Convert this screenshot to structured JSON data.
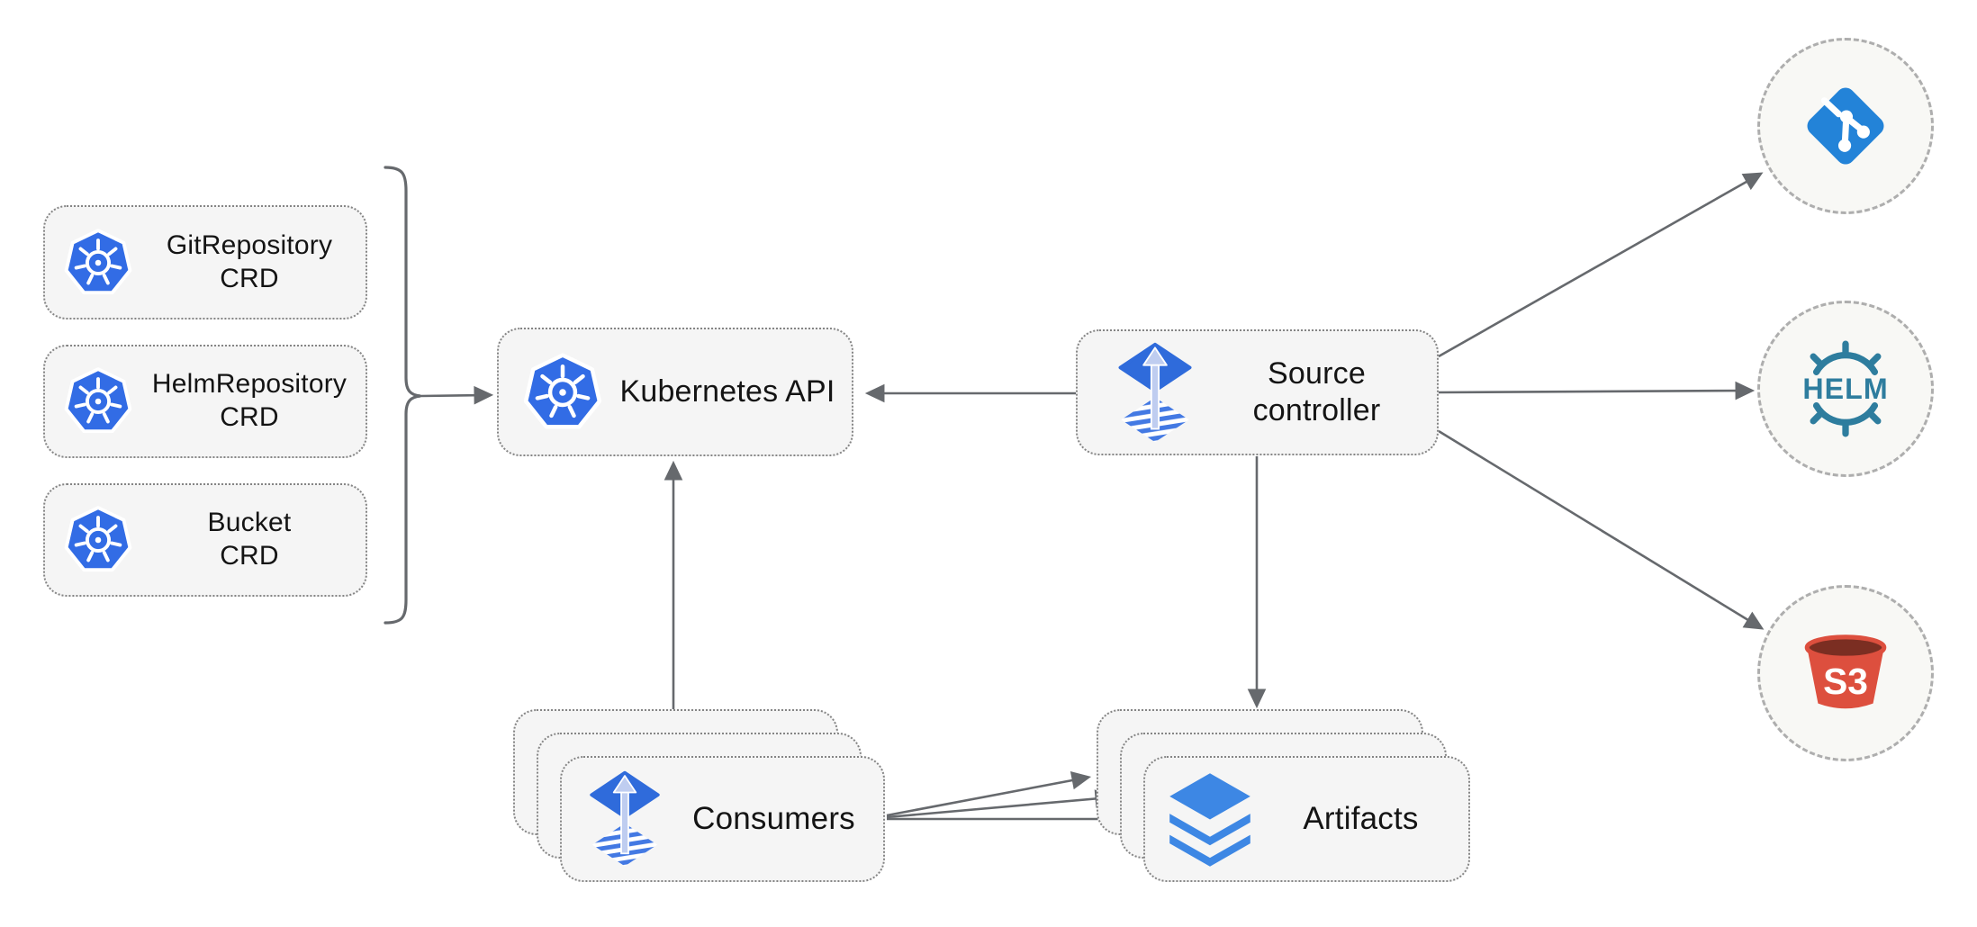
{
  "diagram": {
    "type": "architecture-diagram",
    "subject": "Flux source-controller",
    "nodes": {
      "crds": [
        {
          "id": "gitrepository-crd",
          "lines": [
            "GitRepository",
            "CRD"
          ],
          "icon": "kubernetes-icon"
        },
        {
          "id": "helmrepository-crd",
          "lines": [
            "HelmRepository",
            "CRD"
          ],
          "icon": "kubernetes-icon"
        },
        {
          "id": "bucket-crd",
          "lines": [
            "Bucket",
            "CRD"
          ],
          "icon": "kubernetes-icon"
        }
      ],
      "kubernetes_api": {
        "label": "Kubernetes API",
        "icon": "kubernetes-icon"
      },
      "source_controller": {
        "lines": [
          "Source",
          "controller"
        ],
        "icon": "flux-icon"
      },
      "consumers": {
        "label": "Consumers",
        "icon": "flux-icon",
        "stacked": 3
      },
      "artifacts": {
        "label": "Artifacts",
        "icon": "layers-icon",
        "stacked": 3
      },
      "git_source": {
        "icon": "git-icon"
      },
      "helm_source": {
        "icon": "helm-icon",
        "label": "HELM"
      },
      "s3_source": {
        "icon": "s3-bucket-icon",
        "label": "S3"
      }
    },
    "edges": [
      {
        "from": "crds-bracket",
        "to": "kubernetes-api",
        "arrow": true
      },
      {
        "from": "source-controller",
        "to": "kubernetes-api",
        "arrow": true
      },
      {
        "from": "consumers",
        "to": "kubernetes-api",
        "arrow": true
      },
      {
        "from": "source-controller",
        "to": "git-source",
        "arrow": true
      },
      {
        "from": "source-controller",
        "to": "helm-source",
        "arrow": true
      },
      {
        "from": "source-controller",
        "to": "s3-source",
        "arrow": true
      },
      {
        "from": "source-controller",
        "to": "artifacts",
        "arrow": true
      },
      {
        "from": "consumers",
        "to": "artifacts",
        "arrow": true,
        "count": 3
      }
    ],
    "colors": {
      "background": "#ffffff",
      "node_fill": "#f5f5f5",
      "node_border": "#858585",
      "circle_fill": "#f8f8f5",
      "circle_border": "#aeaeae",
      "connector": "#66696d",
      "kubernetes_blue": "#326ce5",
      "flux_blue": "#2f6bdb",
      "flux_arrow_light": "#bfcdf0",
      "flux_stripe_blue": "#4379e3",
      "git_blue": "#2383d8",
      "helm_teal": "#2e7d9e",
      "s3_red": "#dd4f3e",
      "s3_dark_red": "#7b2e22",
      "layers_blue": "#3d87e4",
      "text": "#141414"
    }
  }
}
